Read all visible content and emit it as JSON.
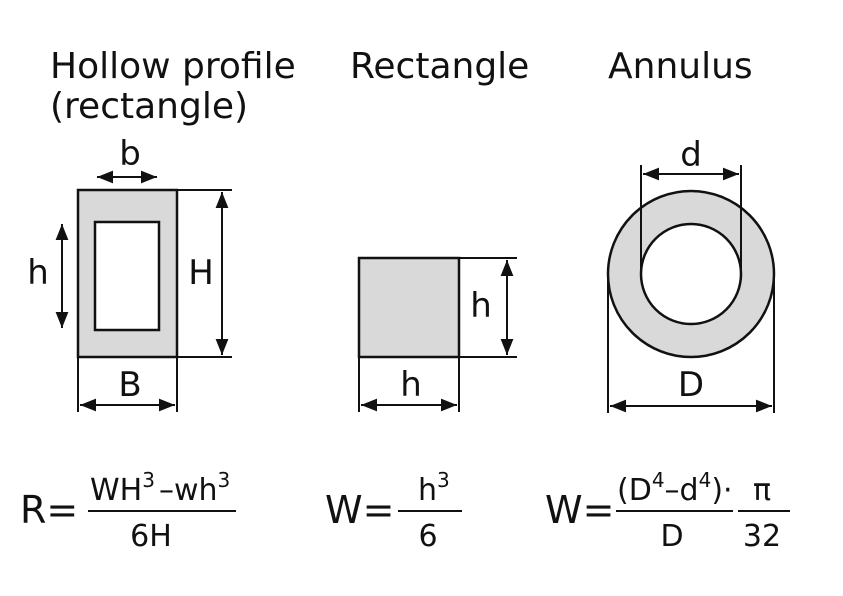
{
  "colors": {
    "fill": "#d9d9d9",
    "stroke": "#111111",
    "background": "#ffffff"
  },
  "titles": {
    "hollow_line1": "Hollow profile",
    "hollow_line2": "(rectangle)",
    "rectangle": "Rectangle",
    "annulus": "Annulus"
  },
  "dims": {
    "hollow_b": "b",
    "hollow_h": "h",
    "hollow_H": "H",
    "hollow_B": "B",
    "rect_h_side": "h",
    "rect_h_bottom": "h",
    "annulus_d": "d",
    "annulus_D": "D"
  },
  "formulas": {
    "hollow": {
      "lhs": "R=",
      "num_a": "WH",
      "sup_a": "3",
      "num_b": "–wh",
      "sup_b": "3",
      "den": "6H"
    },
    "rect": {
      "lhs": "W=",
      "num": "h",
      "sup": "3",
      "den": "6"
    },
    "annulus": {
      "lhs": "W=",
      "num_a": "(D",
      "sup_a": "4",
      "num_b": "–d",
      "sup_b": "4",
      "num_c": ")·",
      "pi": "π",
      "den": "D",
      "den2": "32"
    }
  }
}
